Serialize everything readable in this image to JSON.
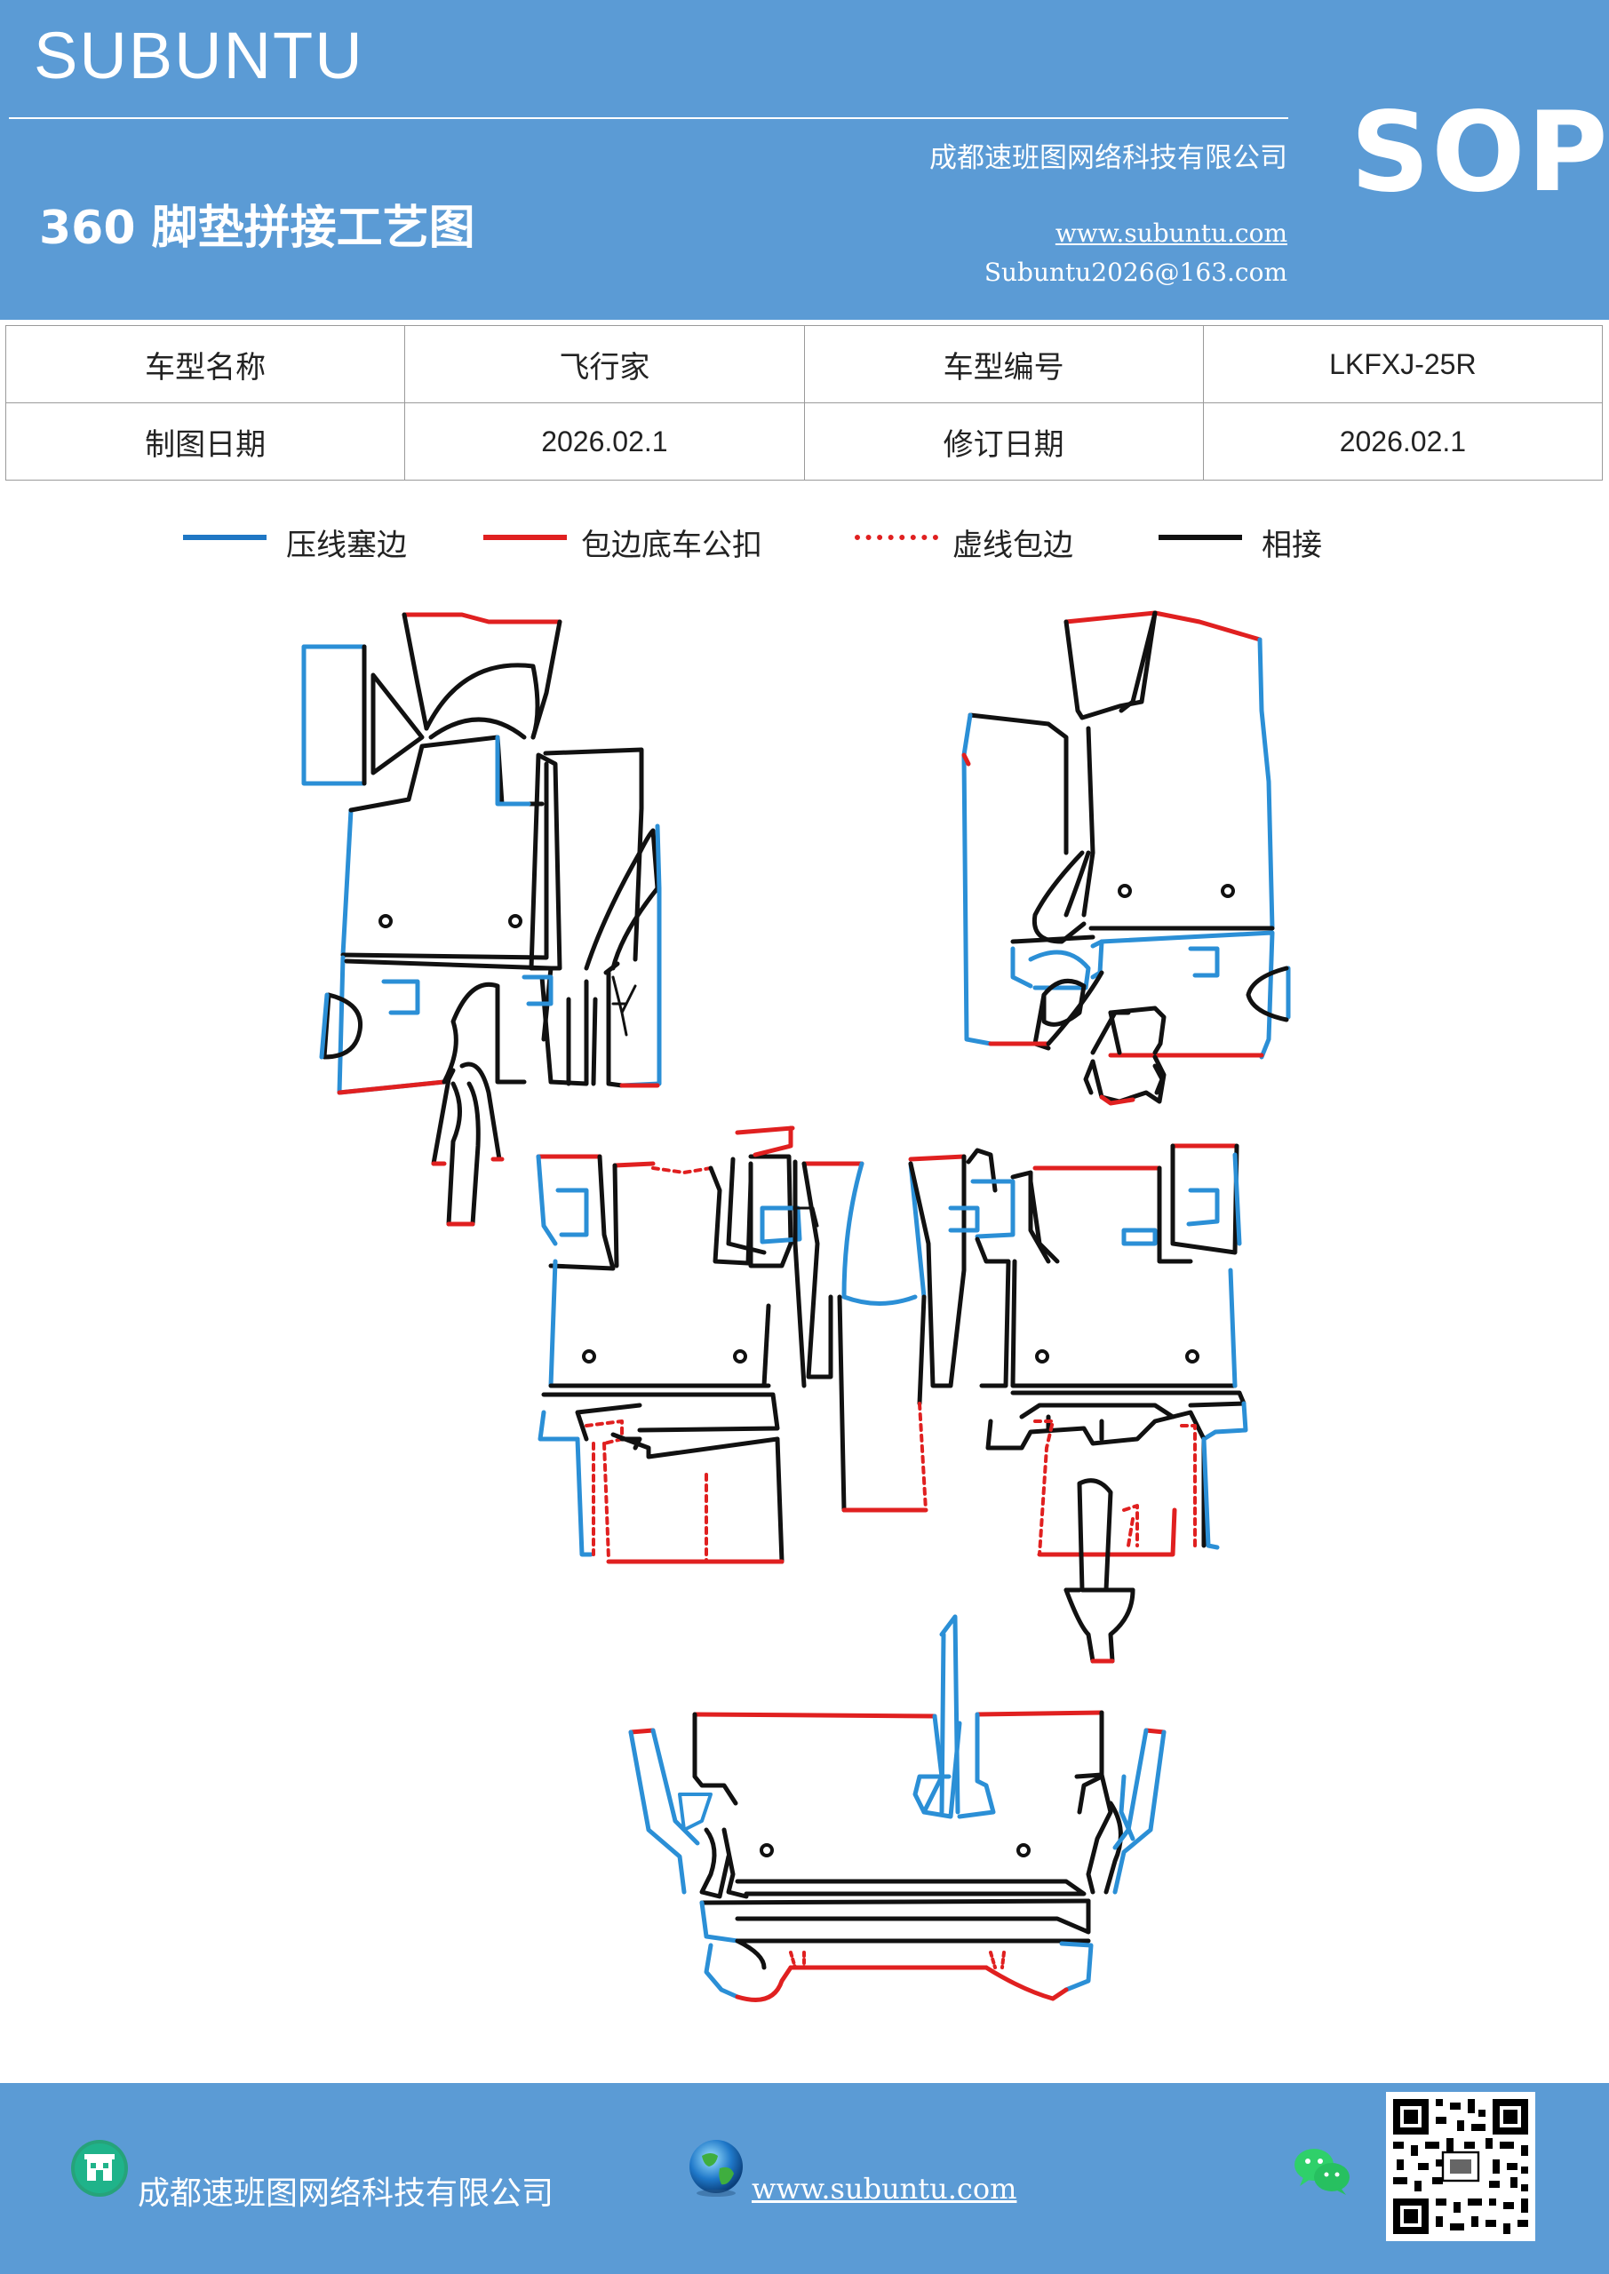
{
  "header": {
    "brand": "SUBUNTU",
    "company": "成都速班图网络科技有限公司",
    "title": "360 脚垫拼接工艺图",
    "website": "www.subuntu.com",
    "email": "Subuntu2026@163.com",
    "badge": "SOP"
  },
  "info_table": {
    "model_name_label": "车型名称",
    "model_name_value": "飞行家",
    "model_code_label": "车型编号",
    "model_code_value": "LKFXJ-25R",
    "draw_date_label": "制图日期",
    "draw_date_value": "2026.02.1",
    "revise_date_label": "修订日期",
    "revise_date_value": "2026.02.1"
  },
  "legend": [
    {
      "label": "压线塞边",
      "color": "#1f77c4",
      "style": "solid"
    },
    {
      "label": "包边底车公扣",
      "color": "#e02020",
      "style": "solid"
    },
    {
      "label": "虚线包边",
      "color": "#e02020",
      "style": "dashed"
    },
    {
      "label": "相接",
      "color": "#111111",
      "style": "solid"
    }
  ],
  "colors": {
    "header_bg": "#5b9bd5",
    "blue_line": "#2b8fd6",
    "red_line": "#e02020",
    "black_line": "#111111"
  },
  "footer": {
    "company": "成都速班图网络科技有限公司",
    "website": "www.subuntu.com",
    "icons": [
      "building-icon",
      "globe-icon",
      "wechat-icon",
      "qr-code"
    ]
  }
}
